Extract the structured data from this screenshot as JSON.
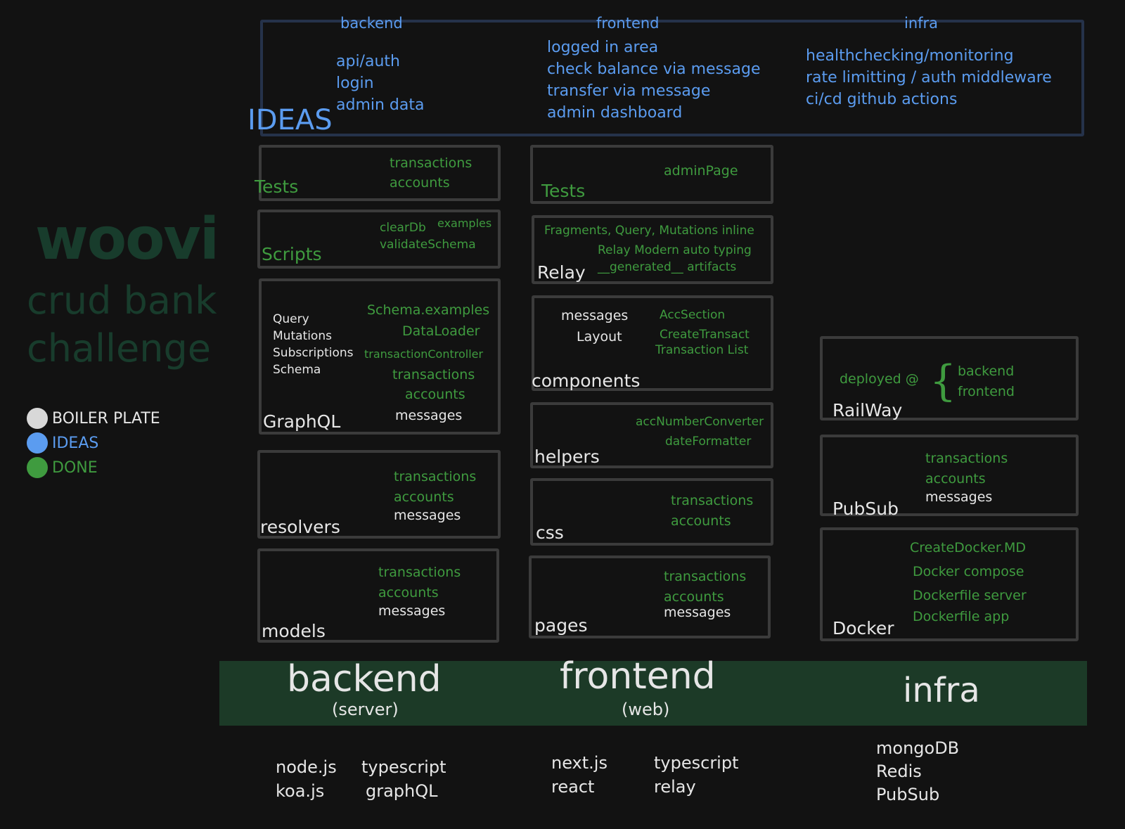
{
  "brand": {
    "logo": "woovi",
    "title_line1": "crud bank",
    "title_line2": "challenge"
  },
  "legend": [
    {
      "label": "BOILER PLATE",
      "color": "#d8d8d8"
    },
    {
      "label": "IDEAS",
      "color": "#5b9cf0"
    },
    {
      "label": "DONE",
      "color": "#3f9b3f"
    }
  ],
  "ideas": {
    "label": "IDEAS",
    "backend_header": "backend",
    "frontend_header": "frontend",
    "infra_header": "infra",
    "backend_items": [
      "api/auth",
      "login",
      "admin data"
    ],
    "frontend_items": [
      "logged in area",
      "check balance via message",
      "transfer via message",
      "admin dashboard"
    ],
    "infra_items": [
      "healthchecking/monitoring",
      "rate limitting / auth middleware",
      "ci/cd github actions"
    ]
  },
  "backend": {
    "tests": {
      "title": "Tests",
      "items": [
        "transactions",
        "accounts"
      ]
    },
    "scripts": {
      "title": "Scripts",
      "items": [
        "clearDb",
        "examples",
        "validateSchema"
      ]
    },
    "graphql": {
      "title": "GraphQL",
      "left_items": [
        "Query",
        "Mutations",
        "Subscriptions",
        "Schema"
      ],
      "right_items": [
        "Schema.examples",
        "DataLoader",
        "transactionController",
        "transactions",
        "accounts"
      ],
      "boiler": "messages"
    },
    "resolvers": {
      "title": "resolvers",
      "items": [
        "transactions",
        "accounts"
      ],
      "boiler": "messages"
    },
    "models": {
      "title": "models",
      "items": [
        "transactions",
        "accounts"
      ],
      "boiler": "messages"
    }
  },
  "frontend": {
    "tests": {
      "title": "Tests",
      "items": [
        "adminPage"
      ]
    },
    "relay": {
      "title": "Relay",
      "items": [
        "Fragments, Query, Mutations inline",
        "Relay Modern auto typing",
        "__generated__ artifacts"
      ]
    },
    "components": {
      "title": "components",
      "left_items": [
        "messages",
        "Layout"
      ],
      "items": [
        "AccSection",
        "CreateTransact",
        "Transaction List"
      ]
    },
    "helpers": {
      "title": "helpers",
      "items": [
        "accNumberConverter",
        "dateFormatter"
      ]
    },
    "css": {
      "title": "css",
      "items": [
        "transactions",
        "accounts"
      ]
    },
    "pages": {
      "title": "pages",
      "items": [
        "transactions",
        "accounts"
      ],
      "boiler": "messages"
    }
  },
  "infra": {
    "railway": {
      "title": "RailWay",
      "prefix": "deployed @",
      "items": [
        "backend",
        "frontend"
      ]
    },
    "pubsub": {
      "title": "PubSub",
      "items": [
        "transactions",
        "accounts"
      ],
      "boiler": "messages"
    },
    "docker": {
      "title": "Docker",
      "items": [
        "CreateDocker.MD",
        "Docker compose",
        "Dockerfile server",
        "Dockerfile app"
      ]
    }
  },
  "band": {
    "backend": "backend",
    "backend_sub": "(server)",
    "frontend": "frontend",
    "frontend_sub": "(web)",
    "infra": "infra"
  },
  "stack": {
    "backend_col1": [
      "node.js",
      "koa.js"
    ],
    "backend_col2": [
      "typescript",
      "graphQL"
    ],
    "frontend_col1": [
      "next.js",
      "react"
    ],
    "frontend_col2": [
      "typescript",
      "relay"
    ],
    "infra": [
      "mongoDB",
      "Redis",
      "PubSub"
    ]
  }
}
